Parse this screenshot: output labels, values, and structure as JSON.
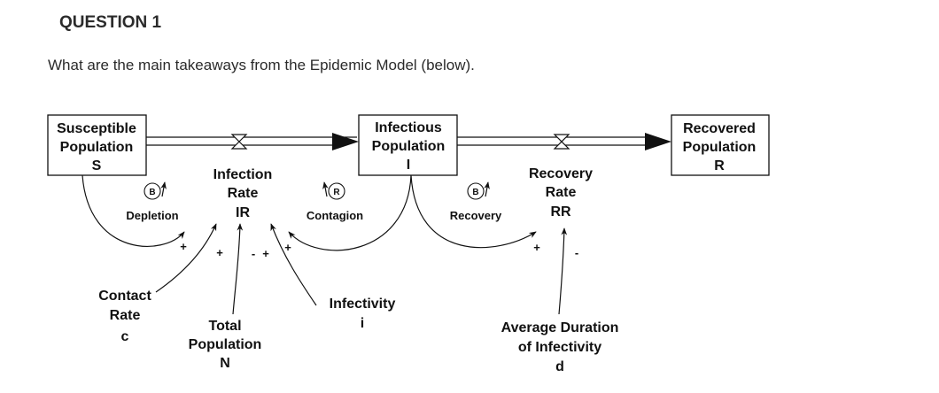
{
  "question": {
    "title": "QUESTION 1",
    "text": "What are the main takeaways from the Epidemic Model (below)."
  },
  "diagram": {
    "stocks": {
      "susceptible": {
        "line1": "Susceptible",
        "line2": "Population",
        "line3": "S"
      },
      "infectious": {
        "line1": "Infectious",
        "line2": "Population",
        "line3": "I"
      },
      "recovered": {
        "line1": "Recovered",
        "line2": "Population",
        "line3": "R"
      }
    },
    "flows": {
      "infection_rate": {
        "line1": "Infection",
        "line2": "Rate",
        "line3": "IR"
      },
      "recovery_rate": {
        "line1": "Recovery",
        "line2": "Rate",
        "line3": "RR"
      }
    },
    "auxiliaries": {
      "contact_rate": {
        "line1": "Contact",
        "line2": "Rate",
        "line3": "c"
      },
      "total_population": {
        "line1": "Total",
        "line2": "Population",
        "line3": "N"
      },
      "infectivity": {
        "line1": "Infectivity",
        "line2": "i"
      },
      "avg_duration": {
        "line1": "Average Duration",
        "line2": "of Infectivity",
        "line3": "d"
      }
    },
    "loops": {
      "depletion": {
        "polarity": "B",
        "name": "Depletion"
      },
      "contagion": {
        "polarity": "R",
        "name": "Contagion"
      },
      "recovery": {
        "polarity": "B",
        "name": "Recovery"
      }
    },
    "polarities": {
      "s_to_ir": "+",
      "c_to_ir": "+",
      "n_to_ir": "-",
      "i_to_ir": "+",
      "infectivity_to_ir": "+",
      "i_to_rr": "+",
      "d_to_rr": "-"
    }
  }
}
